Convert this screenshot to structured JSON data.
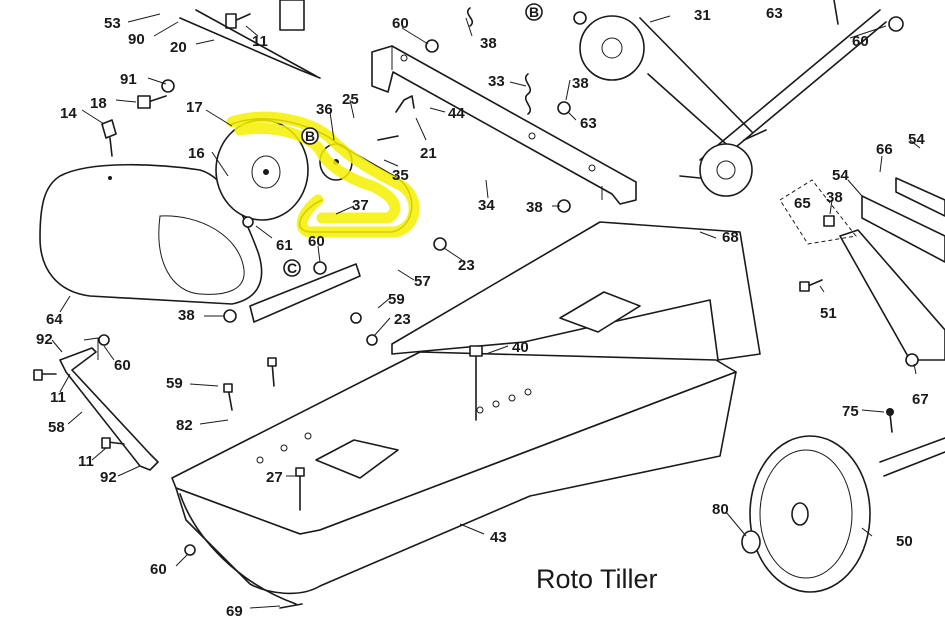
{
  "caption": "Roto Tiller",
  "highlight_color": "#f6f000",
  "callout_letters": [
    "B",
    "B",
    "C"
  ],
  "part_numbers": [
    "53",
    "90",
    "20",
    "11",
    "60",
    "38",
    "31",
    "63",
    "60",
    "91",
    "18",
    "14",
    "17",
    "36",
    "25",
    "44",
    "33",
    "38",
    "63",
    "21",
    "35",
    "16",
    "37",
    "34",
    "38",
    "66",
    "54",
    "54",
    "65",
    "38",
    "61",
    "60",
    "23",
    "57",
    "68",
    "64",
    "38",
    "59",
    "23",
    "40",
    "51",
    "92",
    "60",
    "11",
    "58",
    "59",
    "82",
    "27",
    "11",
    "92",
    "67",
    "75",
    "43",
    "80",
    "50",
    "60",
    "69"
  ]
}
